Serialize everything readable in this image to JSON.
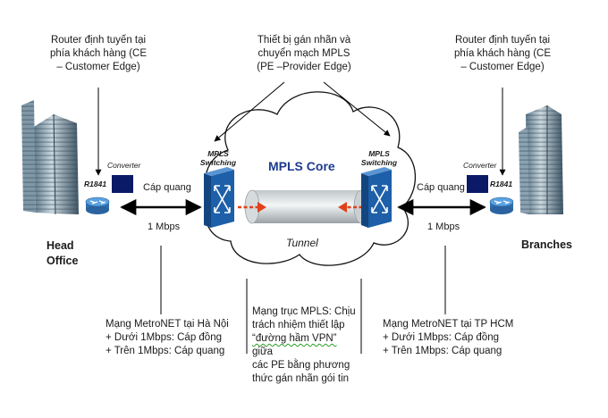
{
  "annotations": {
    "ce_left": [
      "Router định tuyến tại",
      "phía khách hàng (CE",
      "– Customer Edge)"
    ],
    "pe_top": [
      "Thiết bị gán nhãn và",
      "chuyển mạch MPLS",
      "(PE –Provider Edge)"
    ],
    "ce_right": [
      "Router định tuyến tại",
      "phía khách hàng (CE",
      "– Customer Edge)"
    ]
  },
  "sites": {
    "left": "Head Office",
    "right": "Branches"
  },
  "devices": {
    "router_left": "R1841",
    "router_right": "R1841",
    "converter_left": "Converter",
    "converter_right": "Converter",
    "switch_left": [
      "MPLS",
      "Switching"
    ],
    "switch_right": [
      "MPLS",
      "Switching"
    ]
  },
  "links": {
    "fiber_left": "Cáp quang",
    "fiber_right": "Cáp quang",
    "speed_left": "1 Mbps",
    "speed_right": "1 Mbps"
  },
  "core": {
    "title": "MPLS Core",
    "tunnel": "Tunnel"
  },
  "notes": {
    "hanoi": [
      "Mạng MetroNET tại Hà Nội",
      "+ Dưới 1Mbps: Cáp đồng",
      "+ Trên 1Mbps: Cáp quang"
    ],
    "backbone": {
      "line1": "Mạng trục MPLS: Chịu",
      "line2": "trách nhiệm thiết lập",
      "line3_quote": "“đường hầm VPN”",
      "line3_rest": " giữa",
      "line4": "các PE bằng phương",
      "line5": "thức gán nhãn gói tin"
    },
    "hcm": [
      "Mạng MetroNET tại TP HCM",
      "+ Dưới 1Mbps: Cáp đồng",
      "+ Trên 1Mbps: Cáp quang"
    ]
  },
  "colors": {
    "switch_blue": "#1d5fa8",
    "router_blue": "#3a84c9",
    "converter_navy": "#0b1a66",
    "core_title": "#1d3a8f",
    "tunnel_arrow": "#e0401a",
    "wavy_underline": "#2a9d2a"
  }
}
